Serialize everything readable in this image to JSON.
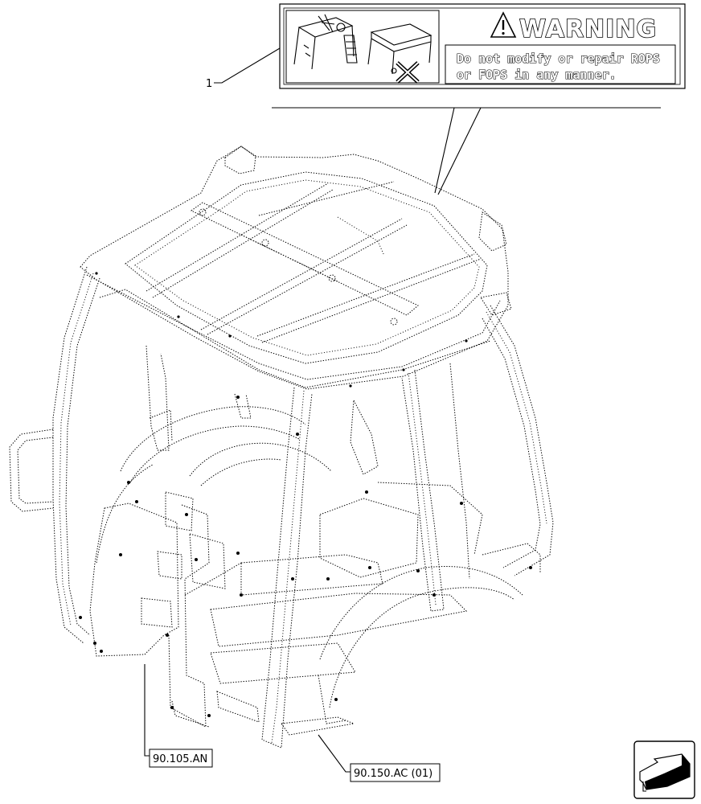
{
  "decal": {
    "warning_title": "WARNING",
    "line1": "Do not modify or repair ROPS",
    "line2": "or FOPS in any manner."
  },
  "callouts": [
    {
      "id": "item-1",
      "text": "1"
    },
    {
      "id": "ref-a",
      "text": "90.105.AN"
    },
    {
      "id": "ref-b",
      "text": "90.150.AC (01)"
    }
  ],
  "icons": {
    "nav": "next-page-arrow-icon",
    "decal_left": "rops-modification-pictogram-icon",
    "decal_right": "rops-no-drill-pictogram-icon",
    "warning": "warning-triangle-icon"
  }
}
